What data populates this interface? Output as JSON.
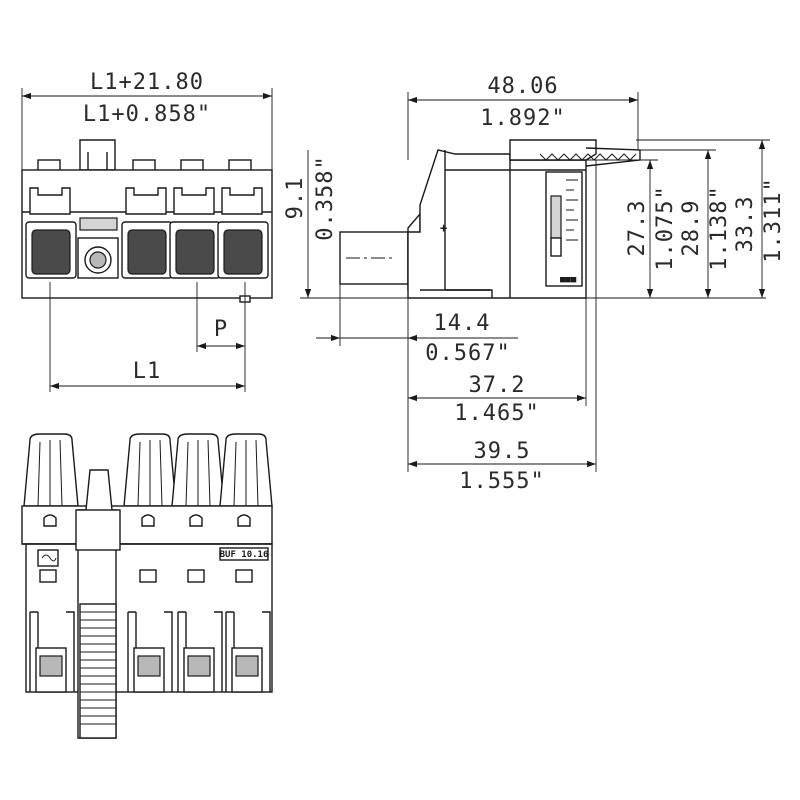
{
  "colors": {
    "line": "#1a1a1a",
    "text": "#2a2a2a",
    "fill_grey": "#b8b8b8",
    "fill_dark": "#4a4a4a"
  },
  "dimensions": {
    "overall_width_mm": "L1+21.80",
    "overall_width_in": "L1+0.858\"",
    "pitch": "P",
    "length": "L1",
    "side_offset_mm": "9.1",
    "side_offset_in": "0.358\"",
    "total_depth_mm": "48.06",
    "total_depth_in": "1.892\"",
    "pin_length_mm": "14.4",
    "pin_length_in": "0.567\"",
    "body_depth_mm": "37.2",
    "body_depth_in": "1.465\"",
    "depth_with_latch_mm": "39.5",
    "depth_with_latch_in": "1.555\"",
    "height_1_mm": "27.3",
    "height_1_in": "1.075\"",
    "height_2_mm": "28.9",
    "height_2_in": "1.138\"",
    "height_3_mm": "33.3",
    "height_3_in": "1.311\""
  },
  "labels": {
    "product_code": "BUF 10.16"
  },
  "icons": [
    "spring-clamp-icon",
    "test-socket-icon",
    "arrow-icon"
  ]
}
